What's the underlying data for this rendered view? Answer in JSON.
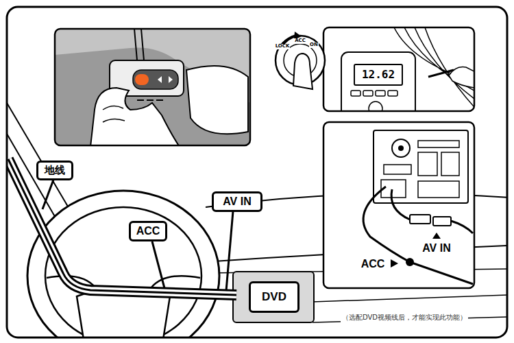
{
  "diagram": {
    "caption": "（选配DVD视频线后，才能实现此功能）",
    "nodes": [
      {
        "text": [
          "地线"
        ]
      },
      {
        "text": [
          "ACC"
        ]
      },
      {
        "text": [
          "AV IN"
        ]
      },
      {
        "text": [
          "DVD"
        ]
      }
    ],
    "labels": [
      "12.62",
      "LOCK",
      "ACC",
      "ON",
      "AV IN",
      "ACC"
    ]
  }
}
